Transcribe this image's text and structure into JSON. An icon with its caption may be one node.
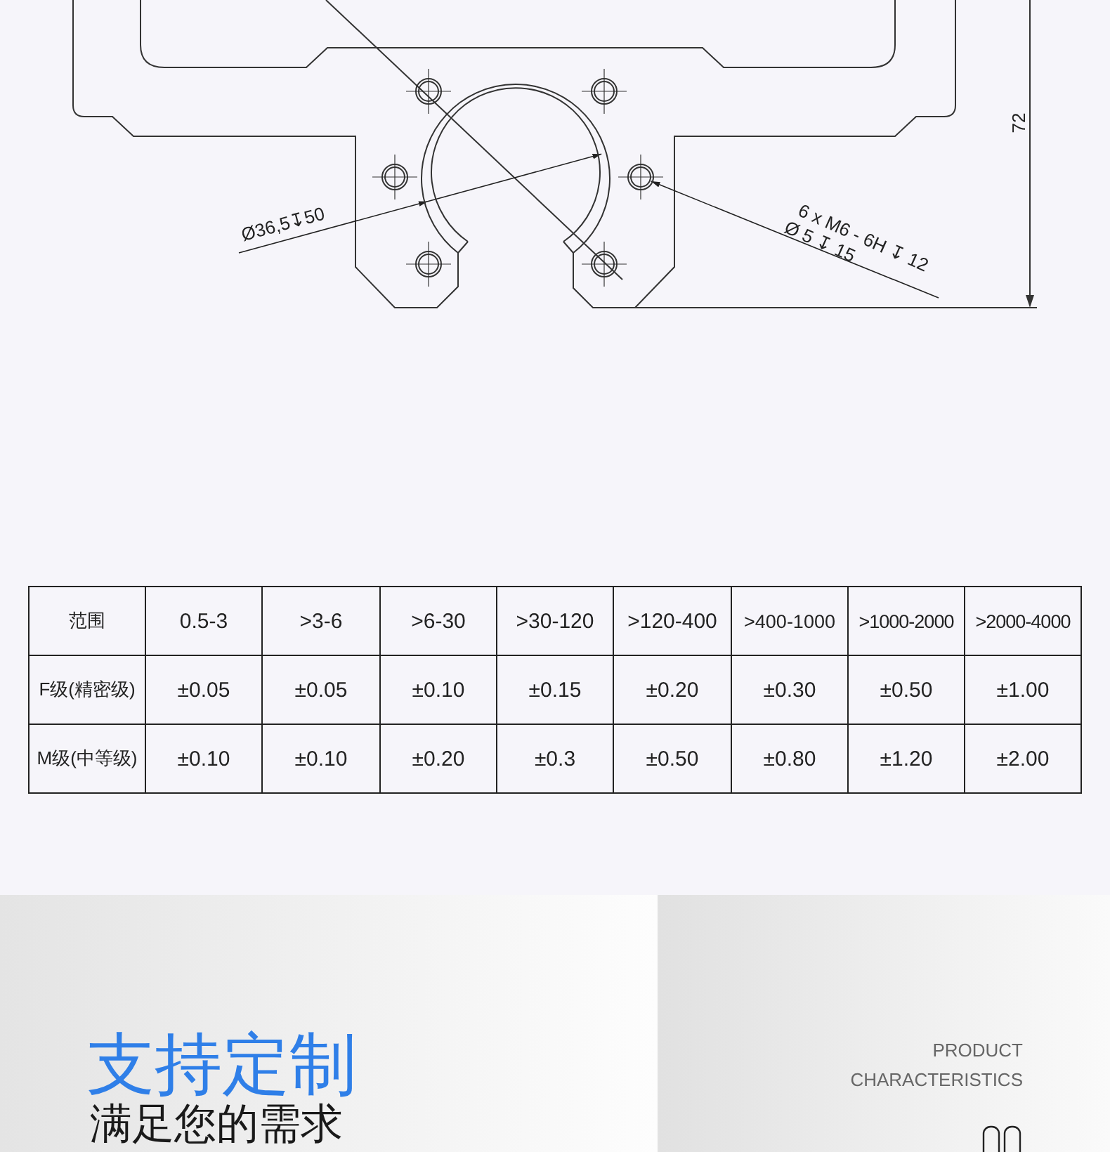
{
  "diagram": {
    "nodes": [
      {
        "text": [
          "Ø36,5↧50"
        ]
      },
      {
        "text": [],
        "shape": "circle"
      },
      {
        "text": [
          "6 x M6 - 6H ↧ 12",
          "Ø 5 ↧ 15"
        ]
      },
      {
        "text": [],
        "shape": "circle"
      }
    ],
    "edges": [
      {
        "from": 0,
        "to": 1,
        "arrow": "to"
      },
      {
        "from": 2,
        "to": 3,
        "arrow": "to"
      }
    ],
    "labels": [
      "72",
      "范围",
      "0.5-3",
      ">3-6",
      ">6-30",
      ">30-120",
      ">120-400",
      ">400-1000",
      ">1000-2000",
      ">2000-4000",
      "F级(精密级)",
      "±0.05",
      "±0.05",
      "±0.10",
      "±0.15",
      "±0.20",
      "±0.30",
      "±0.50",
      "±1.00",
      "M级(中等级)",
      "±0.10",
      "±0.10",
      "±0.20",
      "±0.3",
      "±0.50",
      "±0.80",
      "±1.20",
      "±2.00",
      "PRODUCT CHARACTERISTICS",
      "支持定制",
      "满足您的需求"
    ]
  }
}
